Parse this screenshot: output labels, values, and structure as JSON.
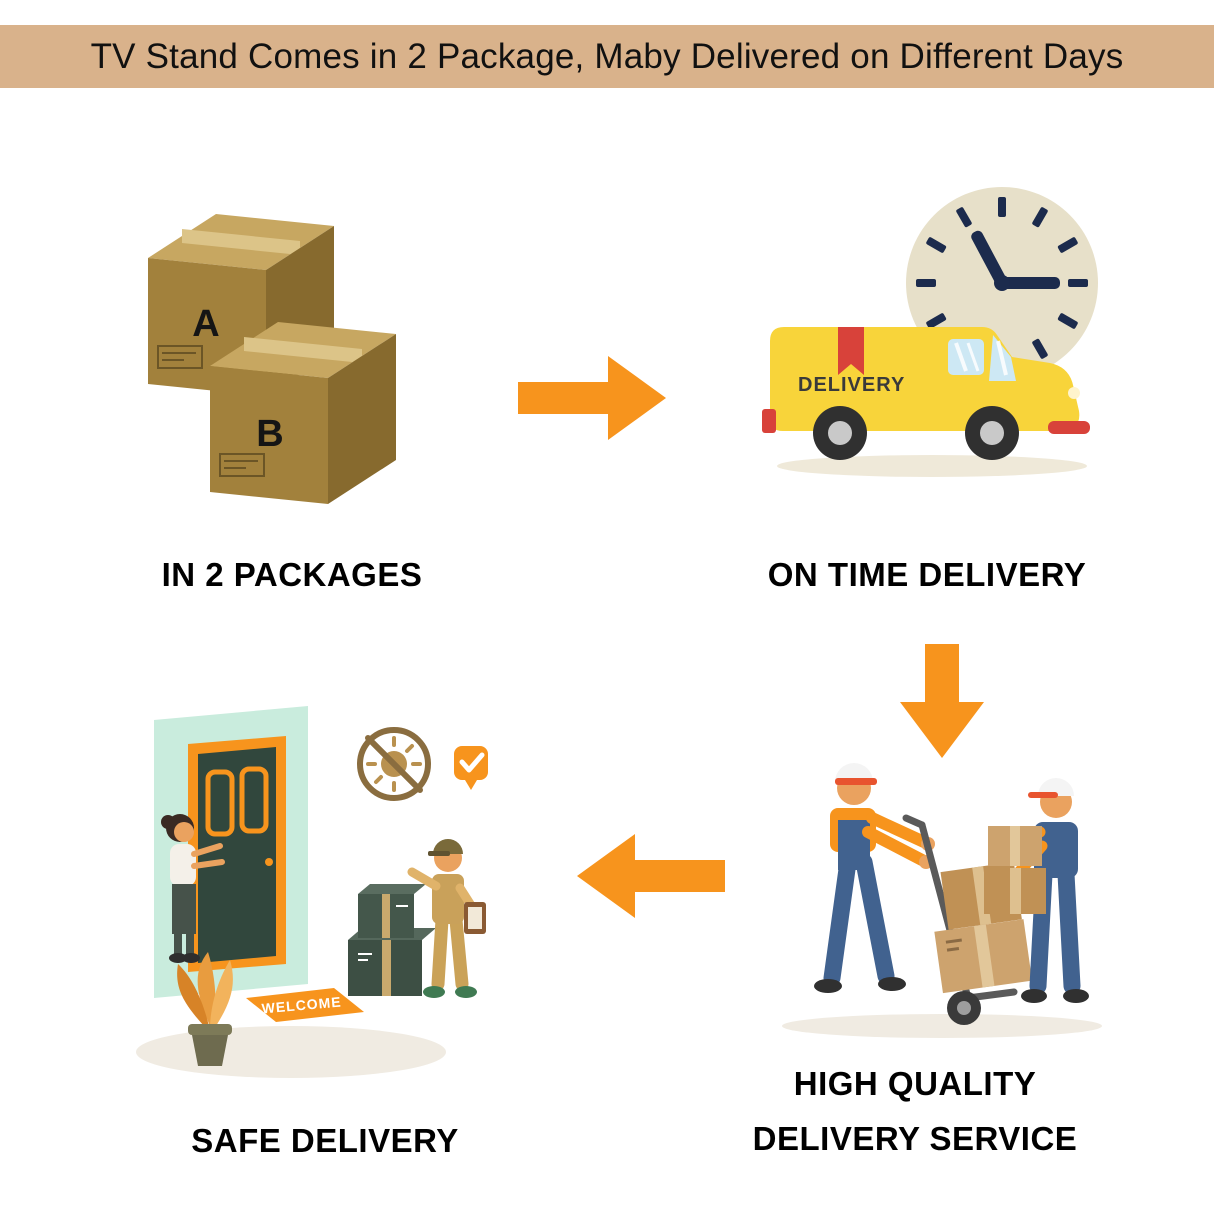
{
  "header": {
    "title": "TV Stand Comes in 2 Package, Maby Delivered on Different Days"
  },
  "steps": {
    "packages": {
      "caption": "IN 2 PACKAGES",
      "box_a_label": "A",
      "box_b_label": "B"
    },
    "on_time": {
      "caption": "ON TIME DELIVERY",
      "van_text": "DELIVERY"
    },
    "service": {
      "caption_line1": "HIGH QUALITY",
      "caption_line2": "DELIVERY SERVICE"
    },
    "safe": {
      "caption": "SAFE DELIVERY",
      "mat_text": "WELCOME"
    }
  },
  "colors": {
    "banner_background": "#d9b28b",
    "arrow_orange": "#f7941d",
    "box_brown": "#a2813c",
    "van_yellow": "#f8d43a",
    "clock_navy": "#1c2b4d",
    "accent_red": "#d8423a"
  }
}
